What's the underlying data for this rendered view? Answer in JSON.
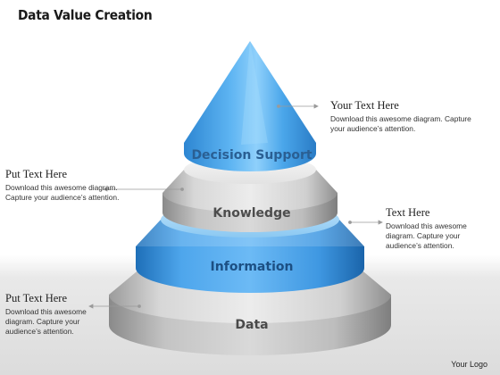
{
  "title": "Data Value Creation",
  "levels": [
    {
      "label": "Decision Support",
      "color": "#2f8fdc"
    },
    {
      "label": "Knowledge",
      "color": "#9a9a9a"
    },
    {
      "label": "Information",
      "color": "#2f8fdc"
    },
    {
      "label": "Data",
      "color": "#8c8c8c"
    }
  ],
  "callouts": {
    "top_right": {
      "heading": "Your Text Here",
      "body": "Download this awesome diagram. Capture your audience’s attention."
    },
    "mid_left": {
      "heading": "Put Text Here",
      "body": "Download this awesome diagram. Capture your audience’s attention."
    },
    "mid_right": {
      "heading": "Text Here",
      "body": "Download this awesome diagram. Capture your audience’s attention."
    },
    "bottom_left": {
      "heading": "Put Text Here",
      "body": "Download this awesome diagram. Capture your audience’s attention."
    }
  },
  "logo": "Your Logo"
}
